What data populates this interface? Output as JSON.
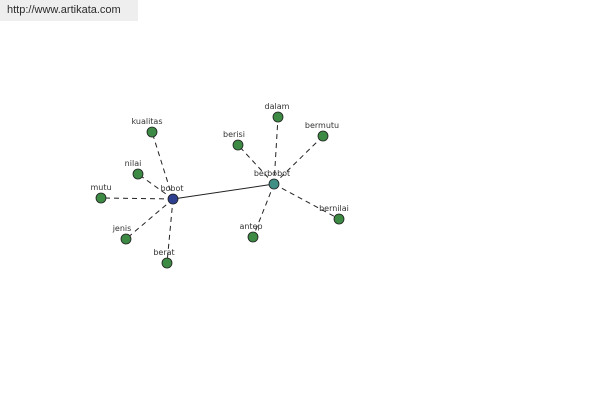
{
  "watermark": {
    "url": "http://www.artikata.com"
  },
  "colors": {
    "root_node": "#2e3f8f",
    "hub_node": "#3f8f85",
    "leaf_node": "#3d8a45",
    "node_stroke": "#1e1e1e",
    "edge": "#222222"
  },
  "graph": {
    "nodes": [
      {
        "id": "bobot",
        "label": "bobot",
        "kind": "root"
      },
      {
        "id": "berbobot",
        "label": "berbobot",
        "kind": "hub"
      },
      {
        "id": "kualitas",
        "label": "kualitas",
        "kind": "leaf"
      },
      {
        "id": "nilai",
        "label": "nilai",
        "kind": "leaf"
      },
      {
        "id": "mutu",
        "label": "mutu",
        "kind": "leaf"
      },
      {
        "id": "jenis",
        "label": "jenis",
        "kind": "leaf"
      },
      {
        "id": "berat",
        "label": "berat",
        "kind": "leaf"
      },
      {
        "id": "berisi",
        "label": "berisi",
        "kind": "leaf"
      },
      {
        "id": "dalam",
        "label": "dalam",
        "kind": "leaf"
      },
      {
        "id": "bermutu",
        "label": "bermutu",
        "kind": "leaf"
      },
      {
        "id": "bernilai",
        "label": "bernilai",
        "kind": "leaf"
      },
      {
        "id": "antep",
        "label": "antep",
        "kind": "leaf"
      }
    ],
    "edges": [
      {
        "from": "bobot",
        "to": "berbobot",
        "style": "solid"
      },
      {
        "from": "bobot",
        "to": "kualitas",
        "style": "dashed"
      },
      {
        "from": "bobot",
        "to": "nilai",
        "style": "dashed"
      },
      {
        "from": "bobot",
        "to": "mutu",
        "style": "dashed"
      },
      {
        "from": "bobot",
        "to": "jenis",
        "style": "dashed"
      },
      {
        "from": "bobot",
        "to": "berat",
        "style": "dashed"
      },
      {
        "from": "berbobot",
        "to": "berisi",
        "style": "dashed"
      },
      {
        "from": "berbobot",
        "to": "dalam",
        "style": "dashed"
      },
      {
        "from": "berbobot",
        "to": "bermutu",
        "style": "dashed"
      },
      {
        "from": "berbobot",
        "to": "bernilai",
        "style": "dashed"
      },
      {
        "from": "berbobot",
        "to": "antep",
        "style": "dashed"
      }
    ]
  }
}
